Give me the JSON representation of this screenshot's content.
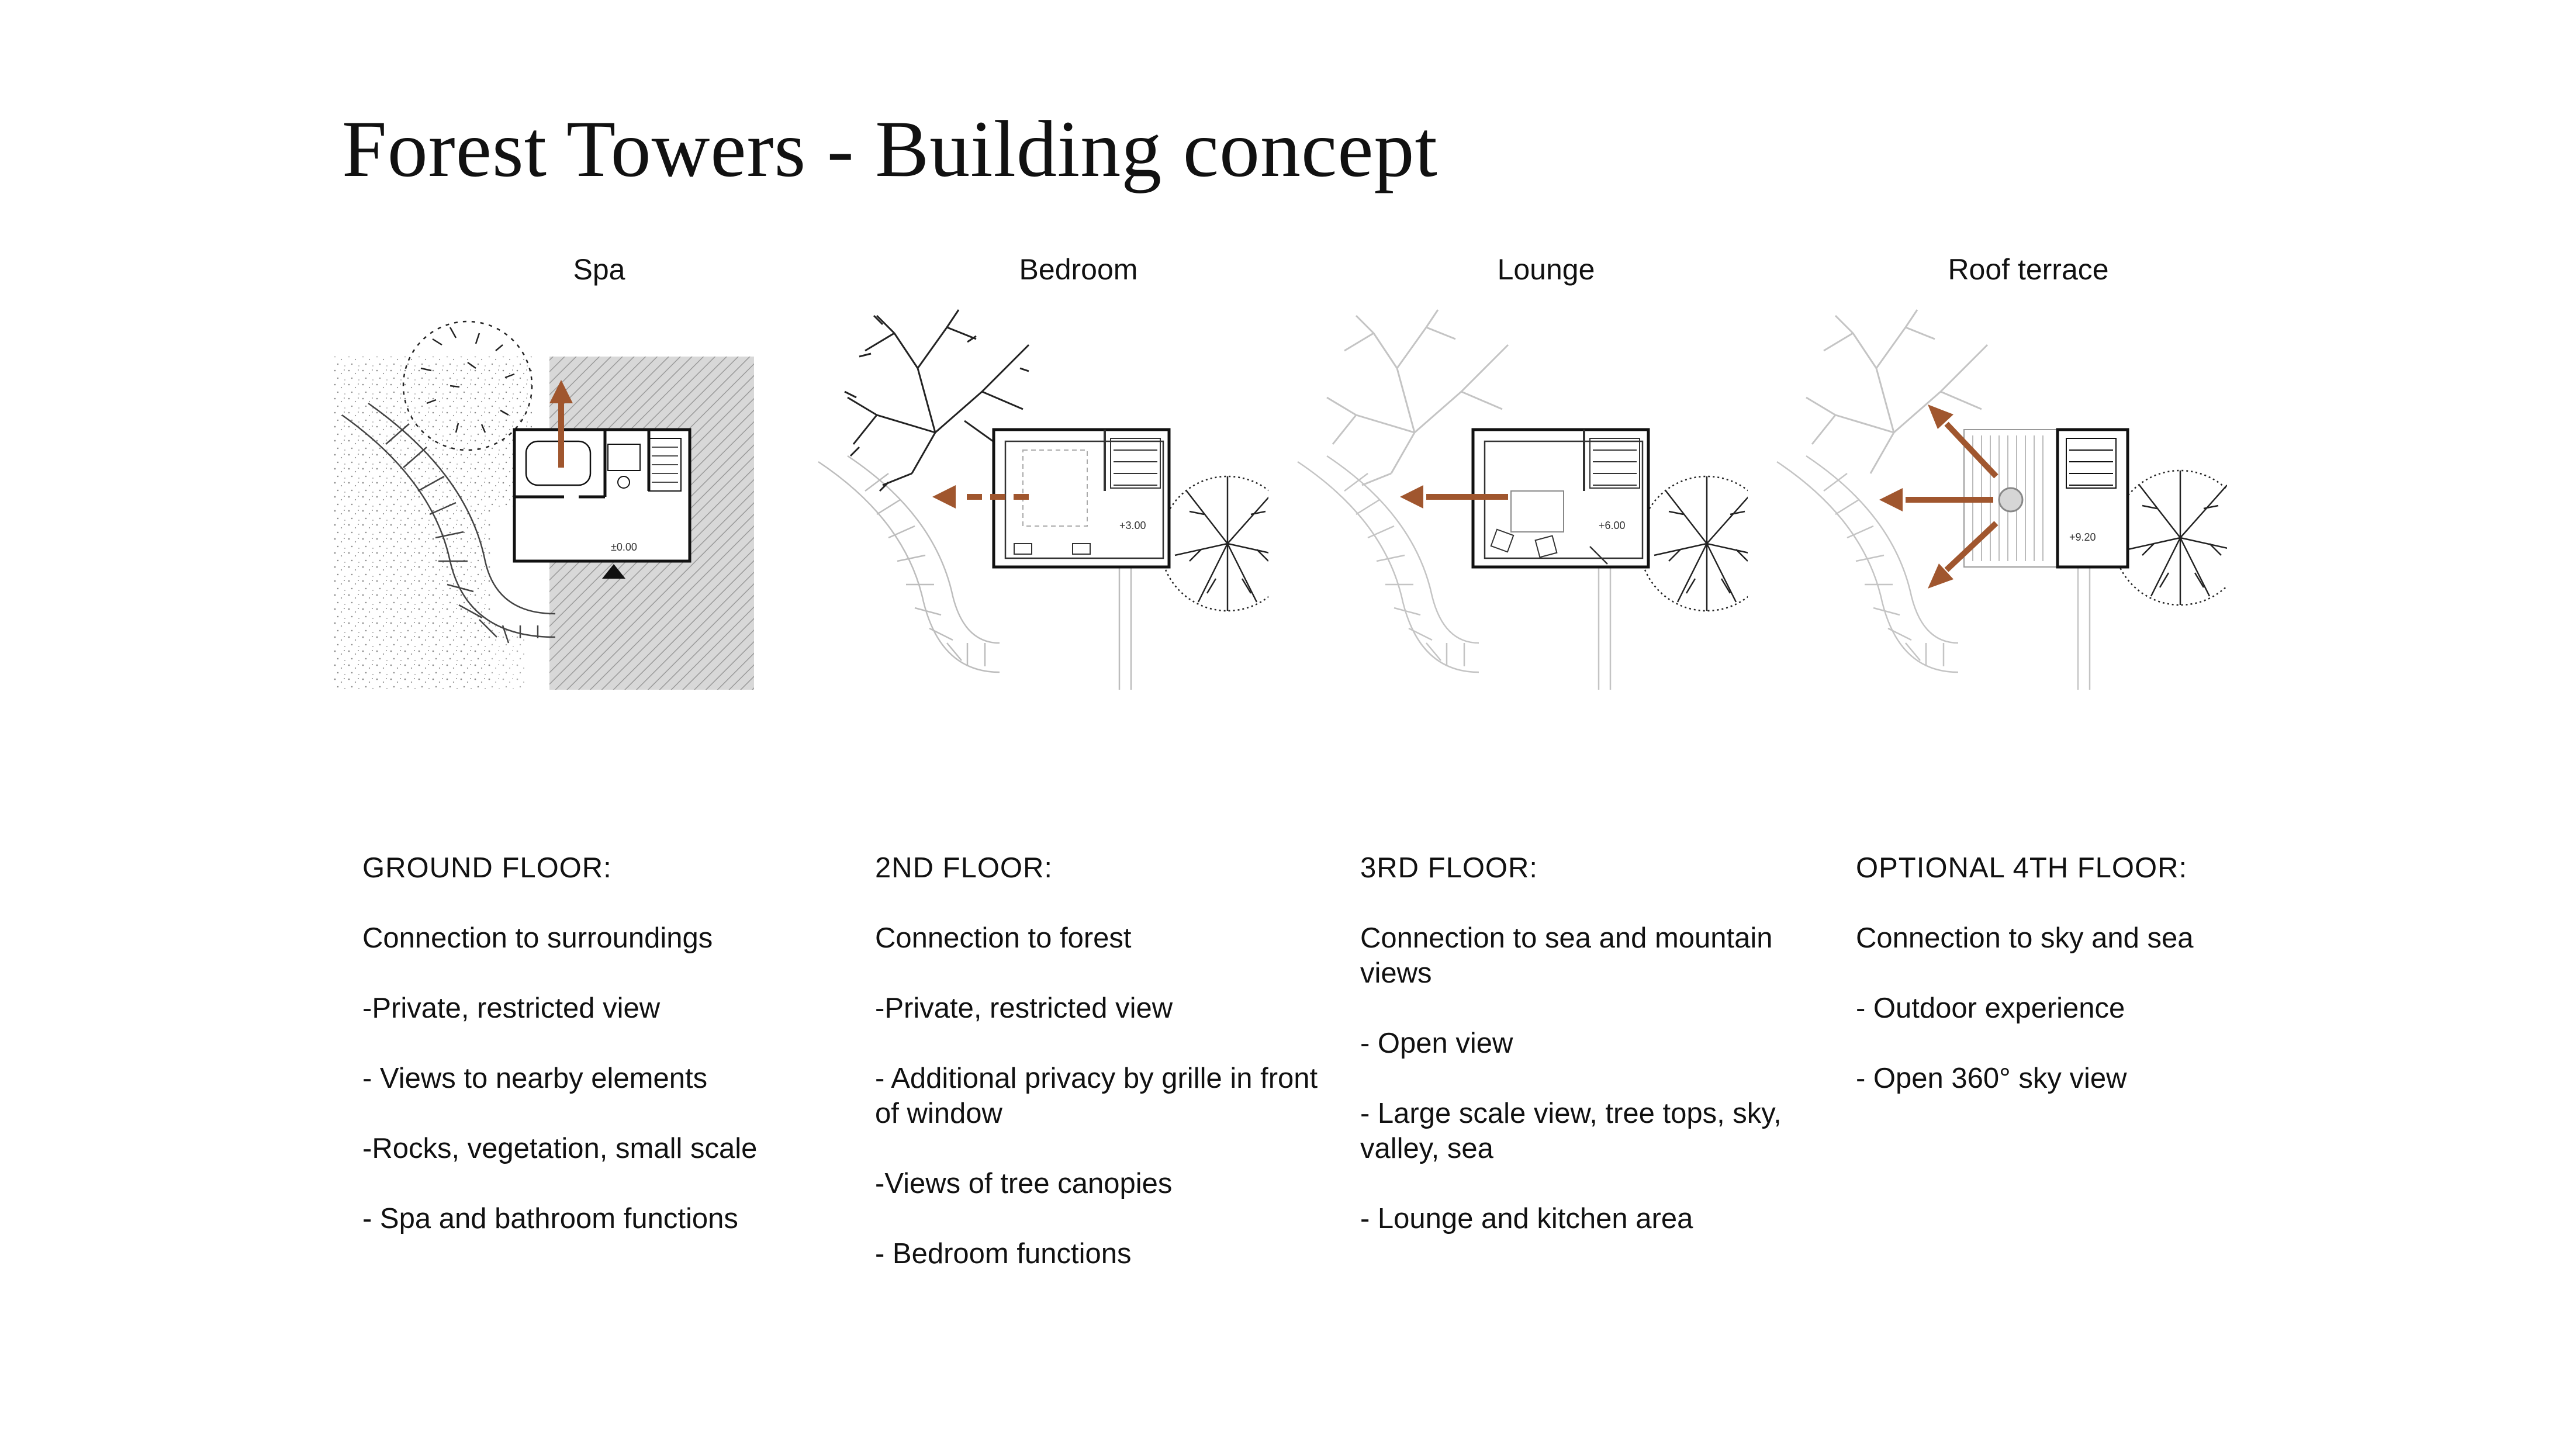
{
  "page": {
    "title": "Forest Towers - Building concept"
  },
  "plans": [
    {
      "label": "Spa",
      "level": "±0.00"
    },
    {
      "label": "Bedroom",
      "level": "+3.00"
    },
    {
      "label": "Lounge",
      "level": "+6.00"
    },
    {
      "label": "Roof terrace",
      "level": "+9.20"
    }
  ],
  "columns": [
    {
      "heading": "GROUND FLOOR:",
      "lines": [
        "Connection to surroundings",
        "-Private, restricted view",
        "- Views to nearby elements",
        "-Rocks, vegetation, small scale",
        "- Spa and bathroom functions"
      ]
    },
    {
      "heading": "2ND FLOOR:",
      "lines": [
        "Connection to forest",
        "-Private, restricted view",
        "- Additional privacy by grille in front of window",
        "-Views of tree canopies",
        "- Bedroom functions"
      ]
    },
    {
      "heading": "3RD FLOOR:",
      "lines": [
        "Connection to sea and mountain views",
        "- Open view",
        "- Large scale view, tree tops, sky, valley, sea",
        "- Lounge and kitchen area"
      ]
    },
    {
      "heading": "OPTIONAL 4TH FLOOR:",
      "lines": [
        "Connection to sky and sea",
        "- Outdoor experience",
        "- Open 360° sky view"
      ]
    }
  ],
  "colors": {
    "arrow": "#A0562E",
    "ink": "#111111",
    "faint": "#bdbdbd",
    "rock": "#c8c8c8"
  }
}
